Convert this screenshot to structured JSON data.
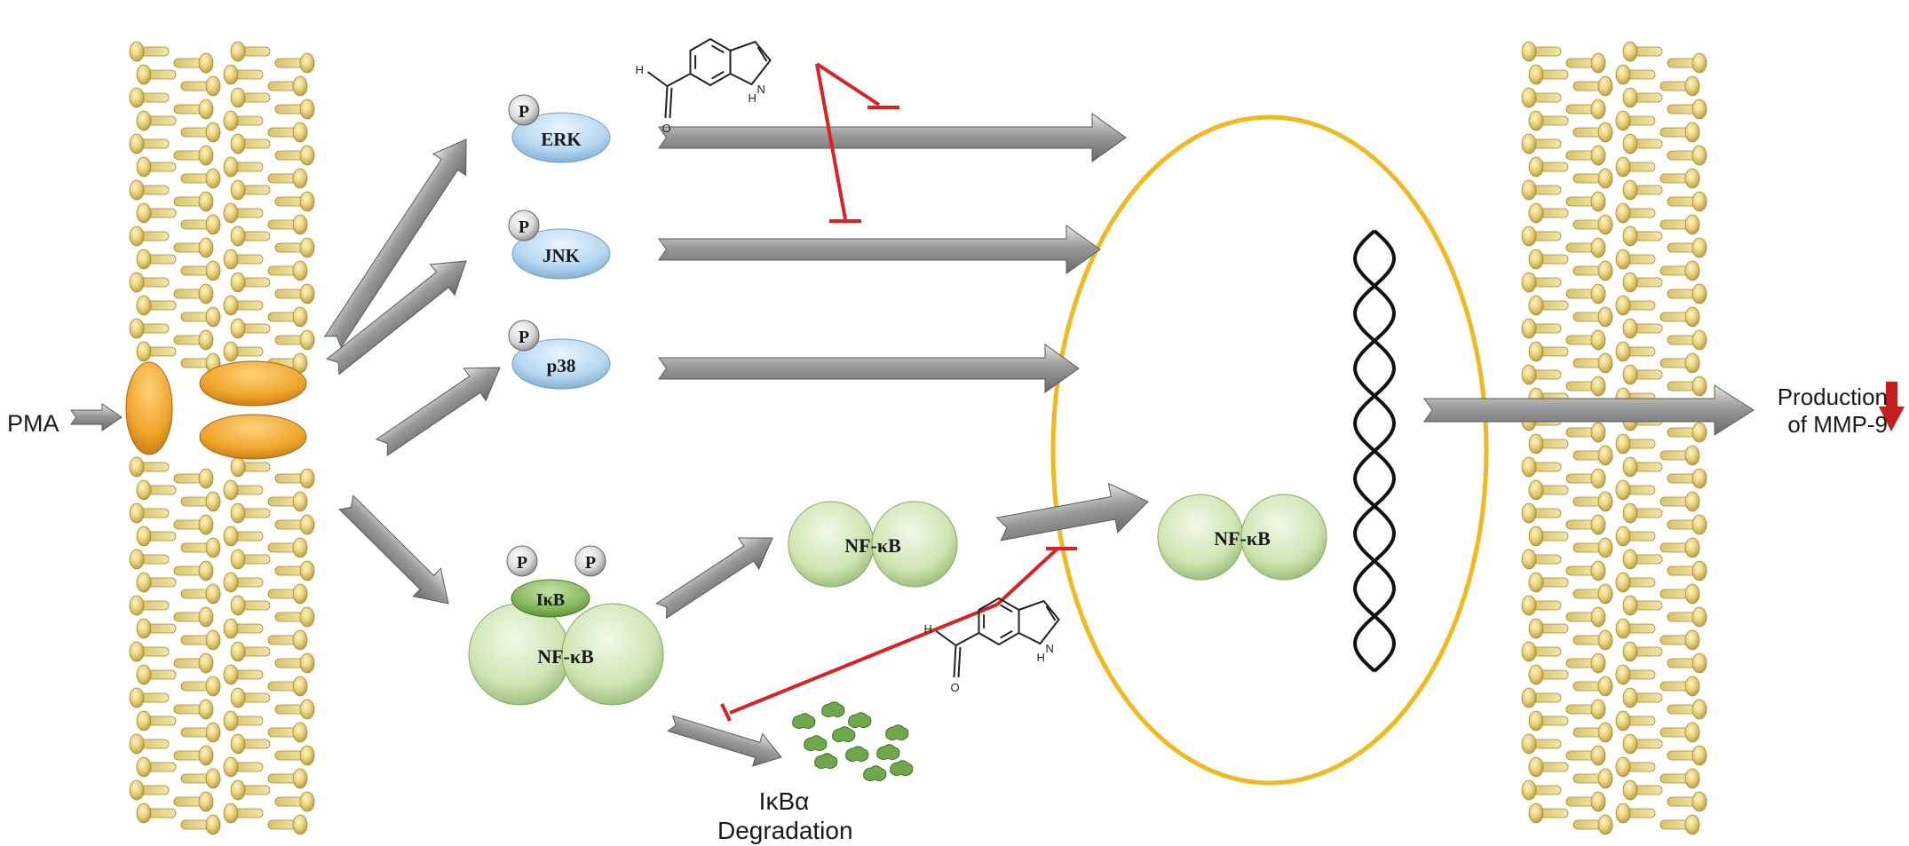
{
  "stimulus": "PMA",
  "kinases": [
    {
      "name": "ERK",
      "phospho": "P"
    },
    {
      "name": "JNK",
      "phospho": "P"
    },
    {
      "name": "p38",
      "phospho": "P"
    }
  ],
  "complex": {
    "inhibitor": "IκB",
    "factor": "NF-κB",
    "phospho_1": "P",
    "phospho_2": "P"
  },
  "free_factor": "NF-κB",
  "nuclear_factor": "NF-κB",
  "degradation": {
    "line1": "IκBα",
    "line2": "Degradation"
  },
  "output": {
    "line1": "Production",
    "line2": "of MMP-9"
  },
  "molecule_atoms": {
    "h": "H",
    "o": "O",
    "n": "N",
    "nh": "H"
  },
  "colors": {
    "membrane": "#e8d27a",
    "receptor": "#f0a52a",
    "kinase": "#b7d8f2",
    "nfkb": "#cfe5b2",
    "ikb": "#86b95d",
    "nucleus": "#f2b81c",
    "inhibition": "#e02020",
    "down_arrow": "#c41e1e"
  }
}
